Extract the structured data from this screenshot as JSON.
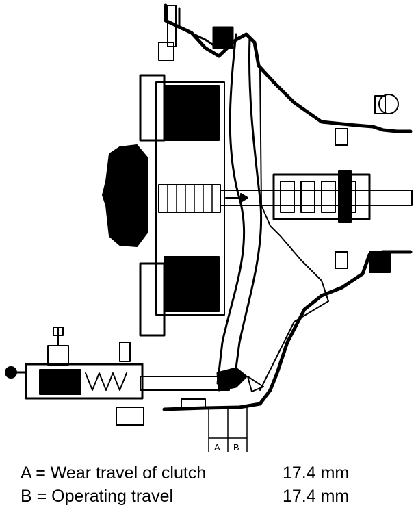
{
  "diagram": {
    "markers": {
      "a": "A",
      "b": "B"
    }
  },
  "legend": [
    {
      "label": "A = Wear travel of clutch",
      "value": "17.4 mm"
    },
    {
      "label": "B = Operating travel",
      "value": "17.4 mm"
    }
  ]
}
